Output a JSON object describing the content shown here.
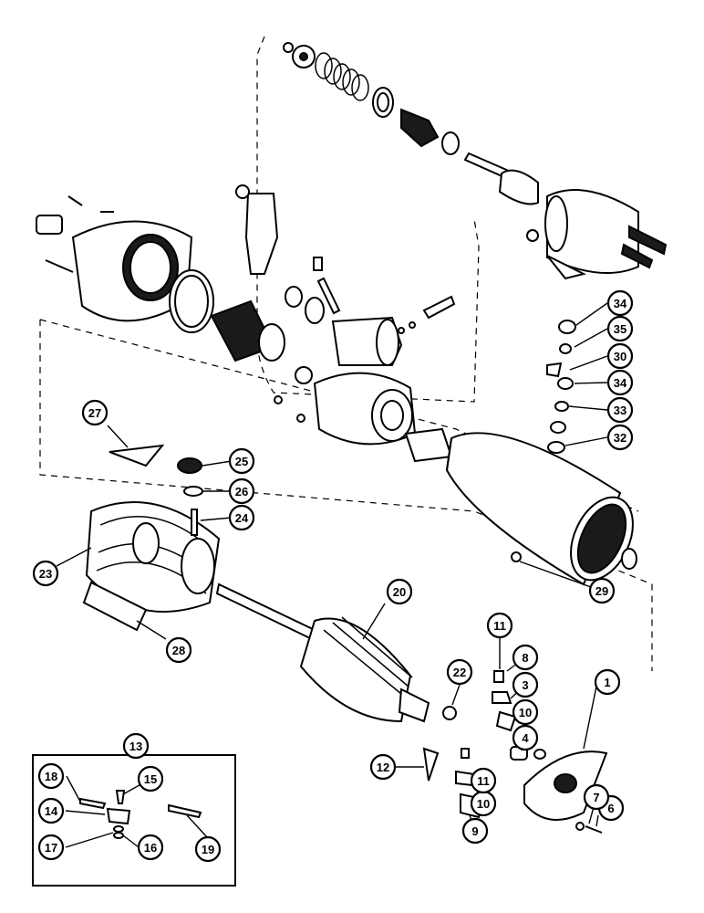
{
  "diagram": {
    "callouts": [
      {
        "id": "c1",
        "label": "1"
      },
      {
        "id": "c3",
        "label": "3"
      },
      {
        "id": "c4",
        "label": "4"
      },
      {
        "id": "c6",
        "label": "6"
      },
      {
        "id": "c7",
        "label": "7"
      },
      {
        "id": "c8",
        "label": "8"
      },
      {
        "id": "c9",
        "label": "9"
      },
      {
        "id": "c10a",
        "label": "10"
      },
      {
        "id": "c10b",
        "label": "10"
      },
      {
        "id": "c11a",
        "label": "11"
      },
      {
        "id": "c11b",
        "label": "11"
      },
      {
        "id": "c12",
        "label": "12"
      },
      {
        "id": "c13",
        "label": "13"
      },
      {
        "id": "c14",
        "label": "14"
      },
      {
        "id": "c15",
        "label": "15"
      },
      {
        "id": "c16",
        "label": "16"
      },
      {
        "id": "c17",
        "label": "17"
      },
      {
        "id": "c18",
        "label": "18"
      },
      {
        "id": "c19",
        "label": "19"
      },
      {
        "id": "c20",
        "label": "20"
      },
      {
        "id": "c22",
        "label": "22"
      },
      {
        "id": "c23",
        "label": "23"
      },
      {
        "id": "c24",
        "label": "24"
      },
      {
        "id": "c25",
        "label": "25"
      },
      {
        "id": "c26",
        "label": "26"
      },
      {
        "id": "c27",
        "label": "27"
      },
      {
        "id": "c28",
        "label": "28"
      },
      {
        "id": "c29",
        "label": "29"
      },
      {
        "id": "c30",
        "label": "30"
      },
      {
        "id": "c32",
        "label": "32"
      },
      {
        "id": "c33",
        "label": "33"
      },
      {
        "id": "c34a",
        "label": "34"
      },
      {
        "id": "c34b",
        "label": "34"
      },
      {
        "id": "c35",
        "label": "35"
      }
    ]
  }
}
